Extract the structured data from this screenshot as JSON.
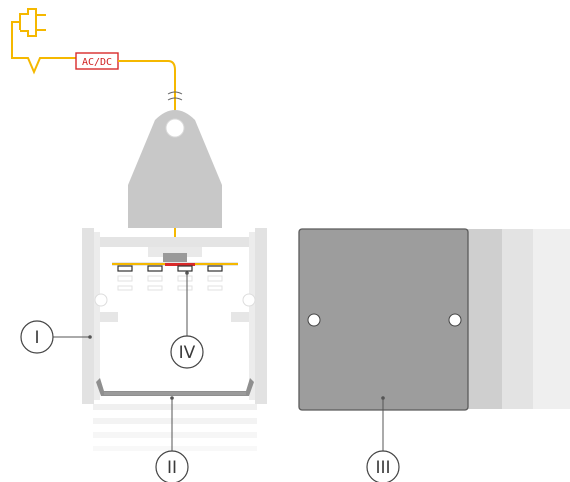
{
  "power": {
    "converter_label": "AC/DC",
    "cable_color": "#f5b800",
    "converter_color": "#d92a2a"
  },
  "callouts": {
    "profile": "I",
    "diffuser": "II",
    "end_cap": "III",
    "led_strip": "IV"
  },
  "colors": {
    "profile": "#dedede",
    "bracket": "#c8c8c8",
    "end_cap": "#9d9d9d",
    "end_cap_shadow_1": "#cfcfcf",
    "end_cap_shadow_2": "#e3e3e3",
    "end_cap_shadow_3": "#efefef",
    "diffuser": "#8f8f8f",
    "leader": "#555555"
  }
}
